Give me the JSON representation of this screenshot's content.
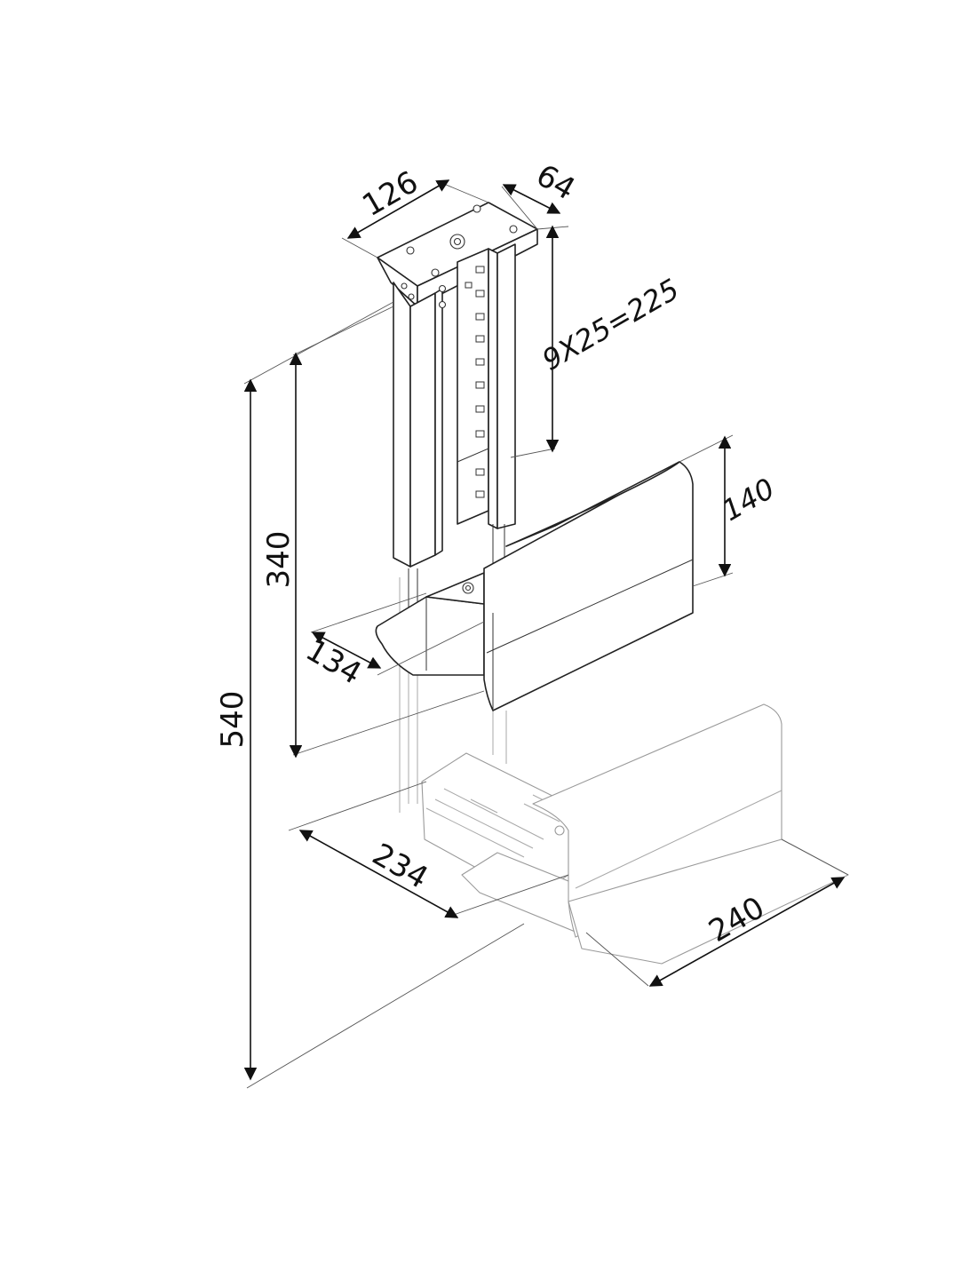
{
  "dimensions": {
    "width_plate": "126",
    "depth_plate": "64",
    "adjust_steps": "9X25=225",
    "overall_height": "540",
    "min_height": "340",
    "side_height": "140",
    "shelf_depth": "134",
    "base_width": "234",
    "base_length": "240"
  }
}
